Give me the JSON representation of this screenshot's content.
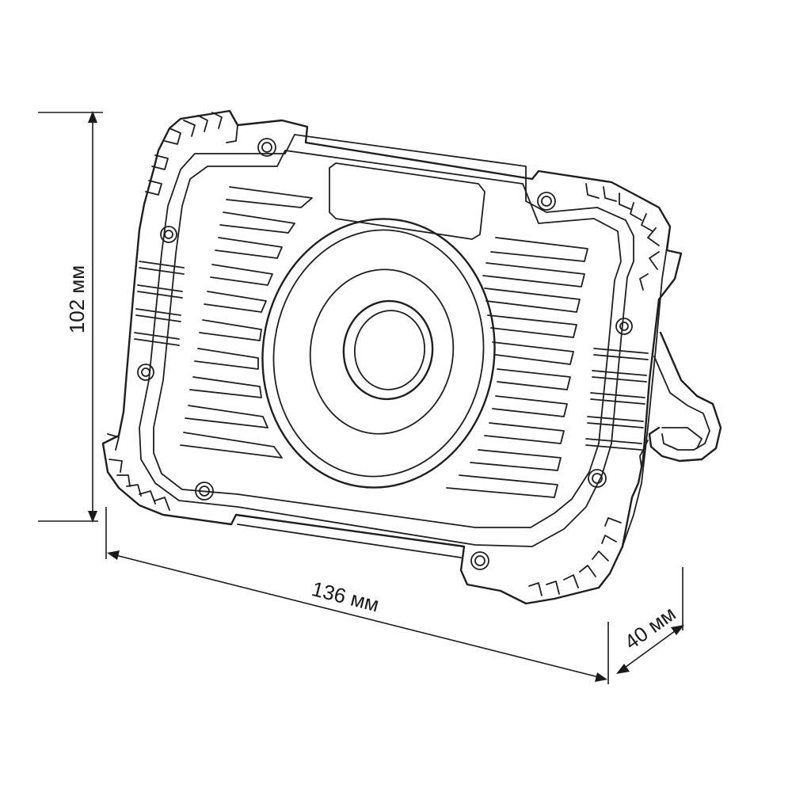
{
  "dimensions": {
    "height": "102 мм",
    "width": "136 мм",
    "depth": "40 мм"
  }
}
